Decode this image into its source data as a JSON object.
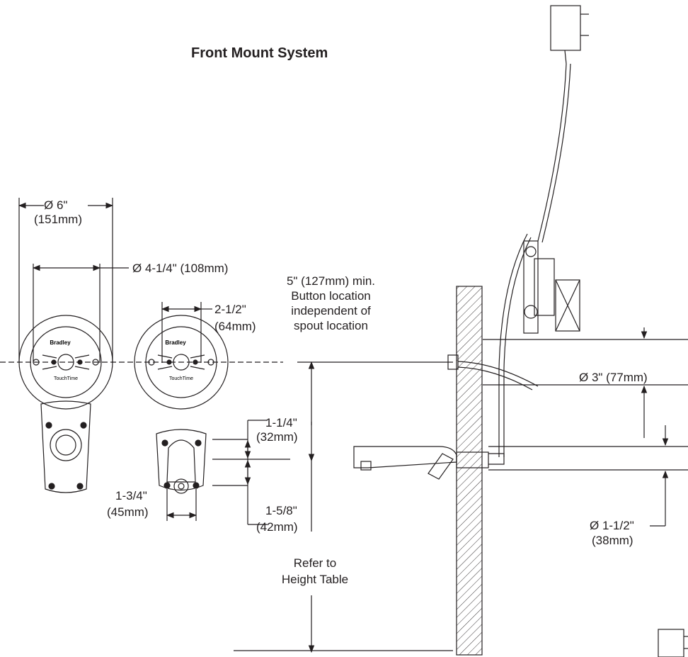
{
  "title": "Front Mount System",
  "dimensions": {
    "d6_in": "Ø 6\"",
    "d6_mm": "(151mm)",
    "d4": "Ø 4-1/4\" (108mm)",
    "w212_in": "2-1/2\"",
    "w212_mm": "(64mm)",
    "h114_in": "1-1/4\"",
    "h114_mm": "(32mm)",
    "w134_in": "1-3/4\"",
    "w134_mm": "(45mm)",
    "h158_in": "1-5/8\"",
    "h158_mm": "(42mm)",
    "button_note_1": "5\" (127mm) min.",
    "button_note_2": "Button location",
    "button_note_3": "independent of",
    "button_note_4": "spout location",
    "height_note_1": "Refer to",
    "height_note_2": "Height Table",
    "d3": "Ø 3\" (77mm)",
    "d112_in": "Ø 1-1/2\"",
    "d112_mm": "(38mm)"
  },
  "plate_brand": "Bradley",
  "plate_product": "TouchTime"
}
